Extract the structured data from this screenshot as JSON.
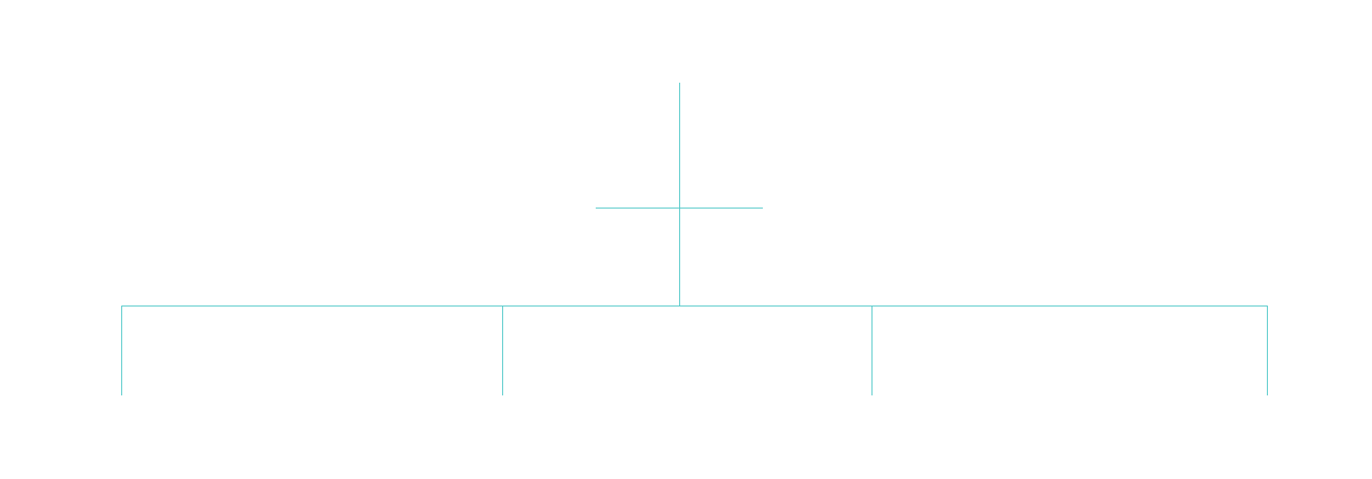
{
  "diagram": {
    "type": "org-chart-connectors",
    "colors": {
      "background": "#ffffff",
      "connector": "#4ec8c8"
    },
    "levels": {
      "root": {
        "children": 1
      },
      "middle": {
        "branches": 3
      }
    }
  }
}
